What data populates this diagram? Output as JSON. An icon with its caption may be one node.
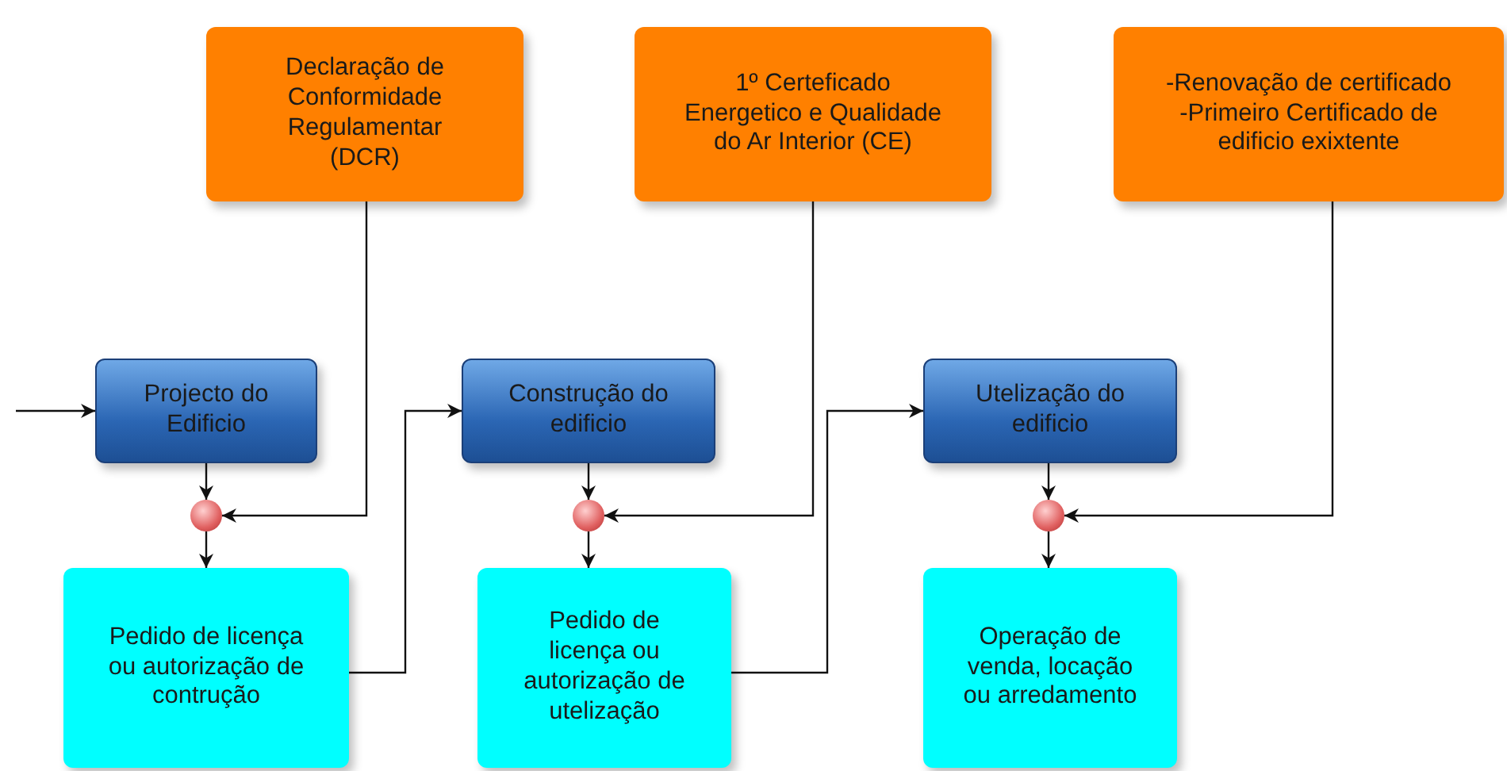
{
  "diagram": {
    "nodes": [
      {
        "text": [
          "Declaração de Conformidade Regulamentar (DCR)"
        ]
      },
      {
        "text": [
          "1º Certeficado Energetico e Qualidade do Ar Interior (CE)"
        ]
      },
      {
        "text": [
          "-Renovação de certificado",
          "-Primeiro Certificado de edificio exixtente"
        ]
      },
      {
        "text": [
          "Projecto do Edificio"
        ]
      },
      {
        "text": [
          "Construção do edificio"
        ]
      },
      {
        "text": [
          "Utelização do edificio"
        ]
      },
      {
        "text": [],
        "shape": "circle"
      },
      {
        "text": [],
        "shape": "circle"
      },
      {
        "text": [],
        "shape": "circle"
      },
      {
        "text": [
          "Pedido de licença ou autorização de contrução"
        ]
      },
      {
        "text": [
          "Pedido de licença ou autorização de utelização"
        ]
      },
      {
        "text": [
          "Operação de venda, locação ou arredamento"
        ]
      }
    ],
    "edges": [
      {
        "from": null,
        "to": 3,
        "arrow": "to"
      },
      {
        "from": 3,
        "to": 6,
        "arrow": "to"
      },
      {
        "from": 0,
        "to": 6,
        "arrow": "to"
      },
      {
        "from": 6,
        "to": 9,
        "arrow": "to"
      },
      {
        "from": 9,
        "to": 4,
        "arrow": "to"
      },
      {
        "from": 4,
        "to": 7,
        "arrow": "to"
      },
      {
        "from": 1,
        "to": 7,
        "arrow": "to"
      },
      {
        "from": 7,
        "to": 10,
        "arrow": "to"
      },
      {
        "from": 10,
        "to": 5,
        "arrow": "to"
      },
      {
        "from": 5,
        "to": 8,
        "arrow": "to"
      },
      {
        "from": 2,
        "to": 8,
        "arrow": "to"
      },
      {
        "from": 8,
        "to": 11,
        "arrow": "to"
      }
    ]
  }
}
